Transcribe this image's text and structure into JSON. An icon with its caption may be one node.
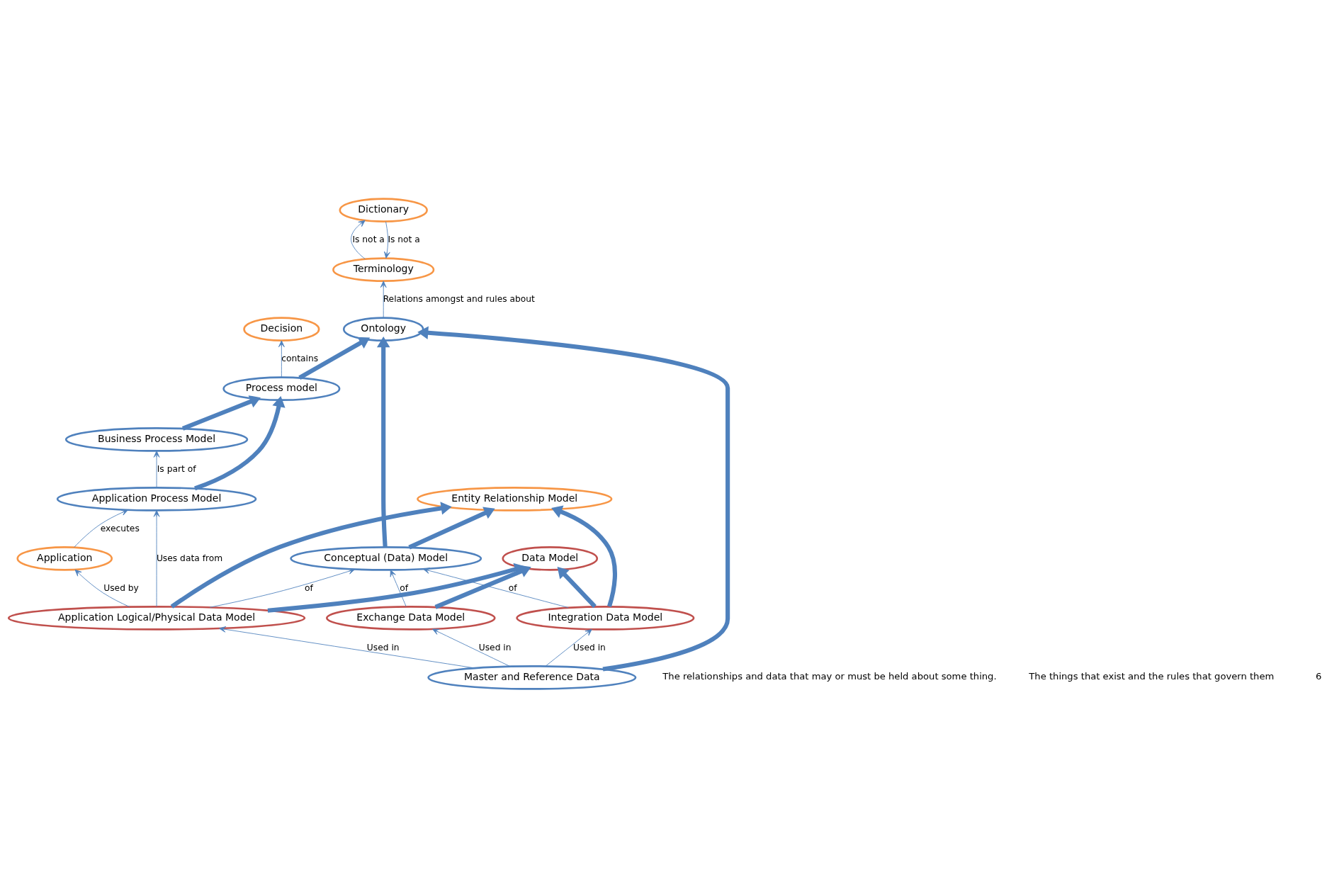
{
  "diagram": {
    "nodes": [
      {
        "text": [
          "Terminology"
        ]
      },
      {
        "text": [
          "Dictionary"
        ]
      },
      {
        "text": [
          "Entity Relationship Model"
        ]
      },
      {
        "text": [
          "Data Model"
        ]
      },
      {
        "text": [
          "Integration Data Model"
        ]
      },
      {
        "text": [
          "Ontology"
        ]
      },
      {
        "text": [
          "Conceptual (Data) Model"
        ]
      },
      {
        "text": [
          "Application Logical/Physical Data Model"
        ]
      },
      {
        "text": [
          "Process model"
        ]
      },
      {
        "text": [
          "Exchange Data Model"
        ]
      },
      {
        "text": [
          "Decision"
        ]
      },
      {
        "text": [
          "Master and Reference Data"
        ]
      },
      {
        "text": [
          "Business Process Model"
        ]
      },
      {
        "text": [
          "Application Process Model"
        ]
      },
      {
        "text": [
          "Application"
        ]
      }
    ],
    "edges": [
      {
        "from": 0,
        "to": 1,
        "arrow": "to",
        "label": "Is not a"
      },
      {
        "from": 1,
        "to": 0,
        "arrow": "to",
        "label": "Is not a"
      },
      {
        "from": 5,
        "to": 0,
        "arrow": "to",
        "label": "Relations amongst and rules about"
      },
      {
        "from": 6,
        "to": 2,
        "arrow": "to",
        "style": "thick"
      },
      {
        "from": 4,
        "to": 2,
        "arrow": "to",
        "style": "thick"
      },
      {
        "from": 7,
        "to": 2,
        "arrow": "to",
        "style": "thick"
      },
      {
        "from": 4,
        "to": 3,
        "arrow": "to",
        "style": "thick"
      },
      {
        "from": 7,
        "to": 3,
        "arrow": "to",
        "style": "thick"
      },
      {
        "from": 9,
        "to": 3,
        "arrow": "to",
        "style": "thick"
      },
      {
        "from": 6,
        "to": 5,
        "arrow": "to",
        "style": "thick"
      },
      {
        "from": 4,
        "to": 6,
        "arrow": "to",
        "label": "of"
      },
      {
        "from": 7,
        "to": 6,
        "arrow": "to",
        "label": "of"
      },
      {
        "from": 9,
        "to": 6,
        "arrow": "to",
        "label": "of"
      },
      {
        "from": 8,
        "to": 5,
        "arrow": "to",
        "style": "thick"
      },
      {
        "from": 11,
        "to": 5,
        "arrow": "to",
        "style": "thick"
      },
      {
        "from": 8,
        "to": 10,
        "arrow": "to",
        "label": "contains"
      },
      {
        "from": 11,
        "to": 4,
        "arrow": "to",
        "label": "Used in"
      },
      {
        "from": 11,
        "to": 7,
        "arrow": "to",
        "label": "Used in"
      },
      {
        "from": 11,
        "to": 9,
        "arrow": "to",
        "label": "Used in"
      },
      {
        "from": 12,
        "to": 8,
        "arrow": "to",
        "style": "thick"
      },
      {
        "from": 13,
        "to": 8,
        "arrow": "to",
        "style": "thick"
      },
      {
        "from": 13,
        "to": 12,
        "arrow": "to",
        "label": "Is part of"
      },
      {
        "from": 7,
        "to": 13,
        "arrow": "to",
        "label": "Uses data from"
      },
      {
        "from": 14,
        "to": 13,
        "arrow": "to",
        "label": "executes"
      },
      {
        "from": 7,
        "to": 14,
        "arrow": "to",
        "label": "Used by"
      }
    ],
    "labels": [
      "The relationships and data that may or must be held about some thing.",
      "The things that exist and the rules that govern them",
      "6"
    ]
  }
}
